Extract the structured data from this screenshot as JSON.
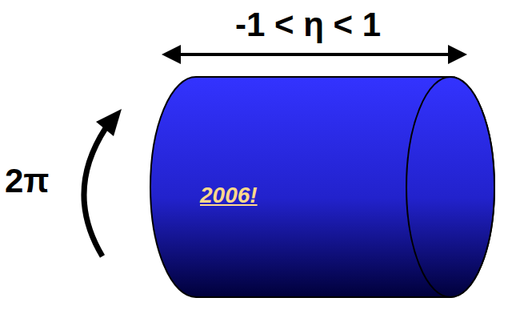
{
  "diagram": {
    "nodes": [
      {
        "text": [
          "2006!"
        ]
      }
    ],
    "labels": [
      "-1 < η < 1",
      "2π"
    ]
  }
}
